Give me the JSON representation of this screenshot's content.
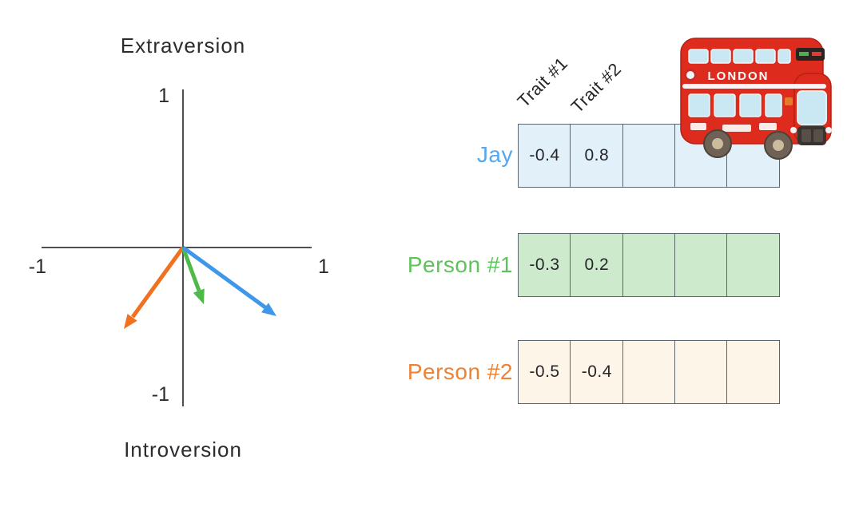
{
  "axis_chart": {
    "top_axis_label": "Extraversion",
    "bottom_axis_label": "Introversion",
    "y_top_tick": "1",
    "y_bottom_tick": "-1",
    "x_left_tick": "-1",
    "x_right_tick": "1",
    "axis_color": "#4f4f57",
    "vectors": [
      {
        "person": "Jay",
        "color": "#3e97e9",
        "trait1": -0.4,
        "trait2": 0.8
      },
      {
        "person": "Person #1",
        "color": "#4eba49",
        "trait1": -0.3,
        "trait2": 0.2
      },
      {
        "person": "Person #2",
        "color": "#f07120",
        "trait1": -0.5,
        "trait2": -0.4
      }
    ]
  },
  "table": {
    "column_headers": [
      "Trait #1",
      "Trait #2"
    ],
    "border_color": "#5b6570",
    "rows": [
      {
        "label": "Jay",
        "label_color": "#54a7f0",
        "row_fill": "#e2f0fa",
        "cells": [
          "-0.4",
          "0.8",
          "",
          "",
          ""
        ]
      },
      {
        "label": "Person #1",
        "label_color": "#5ec35a",
        "row_fill": "#cdeacd",
        "cells": [
          "-0.3",
          "0.2",
          "",
          "",
          ""
        ]
      },
      {
        "label": "Person #2",
        "label_color": "#ee8134",
        "row_fill": "#fdf5e7",
        "cells": [
          "-0.5",
          "-0.4",
          "",
          "",
          ""
        ]
      }
    ]
  },
  "bus": {
    "banner_text": "LONDON",
    "body_color": "#dd2b1e"
  }
}
